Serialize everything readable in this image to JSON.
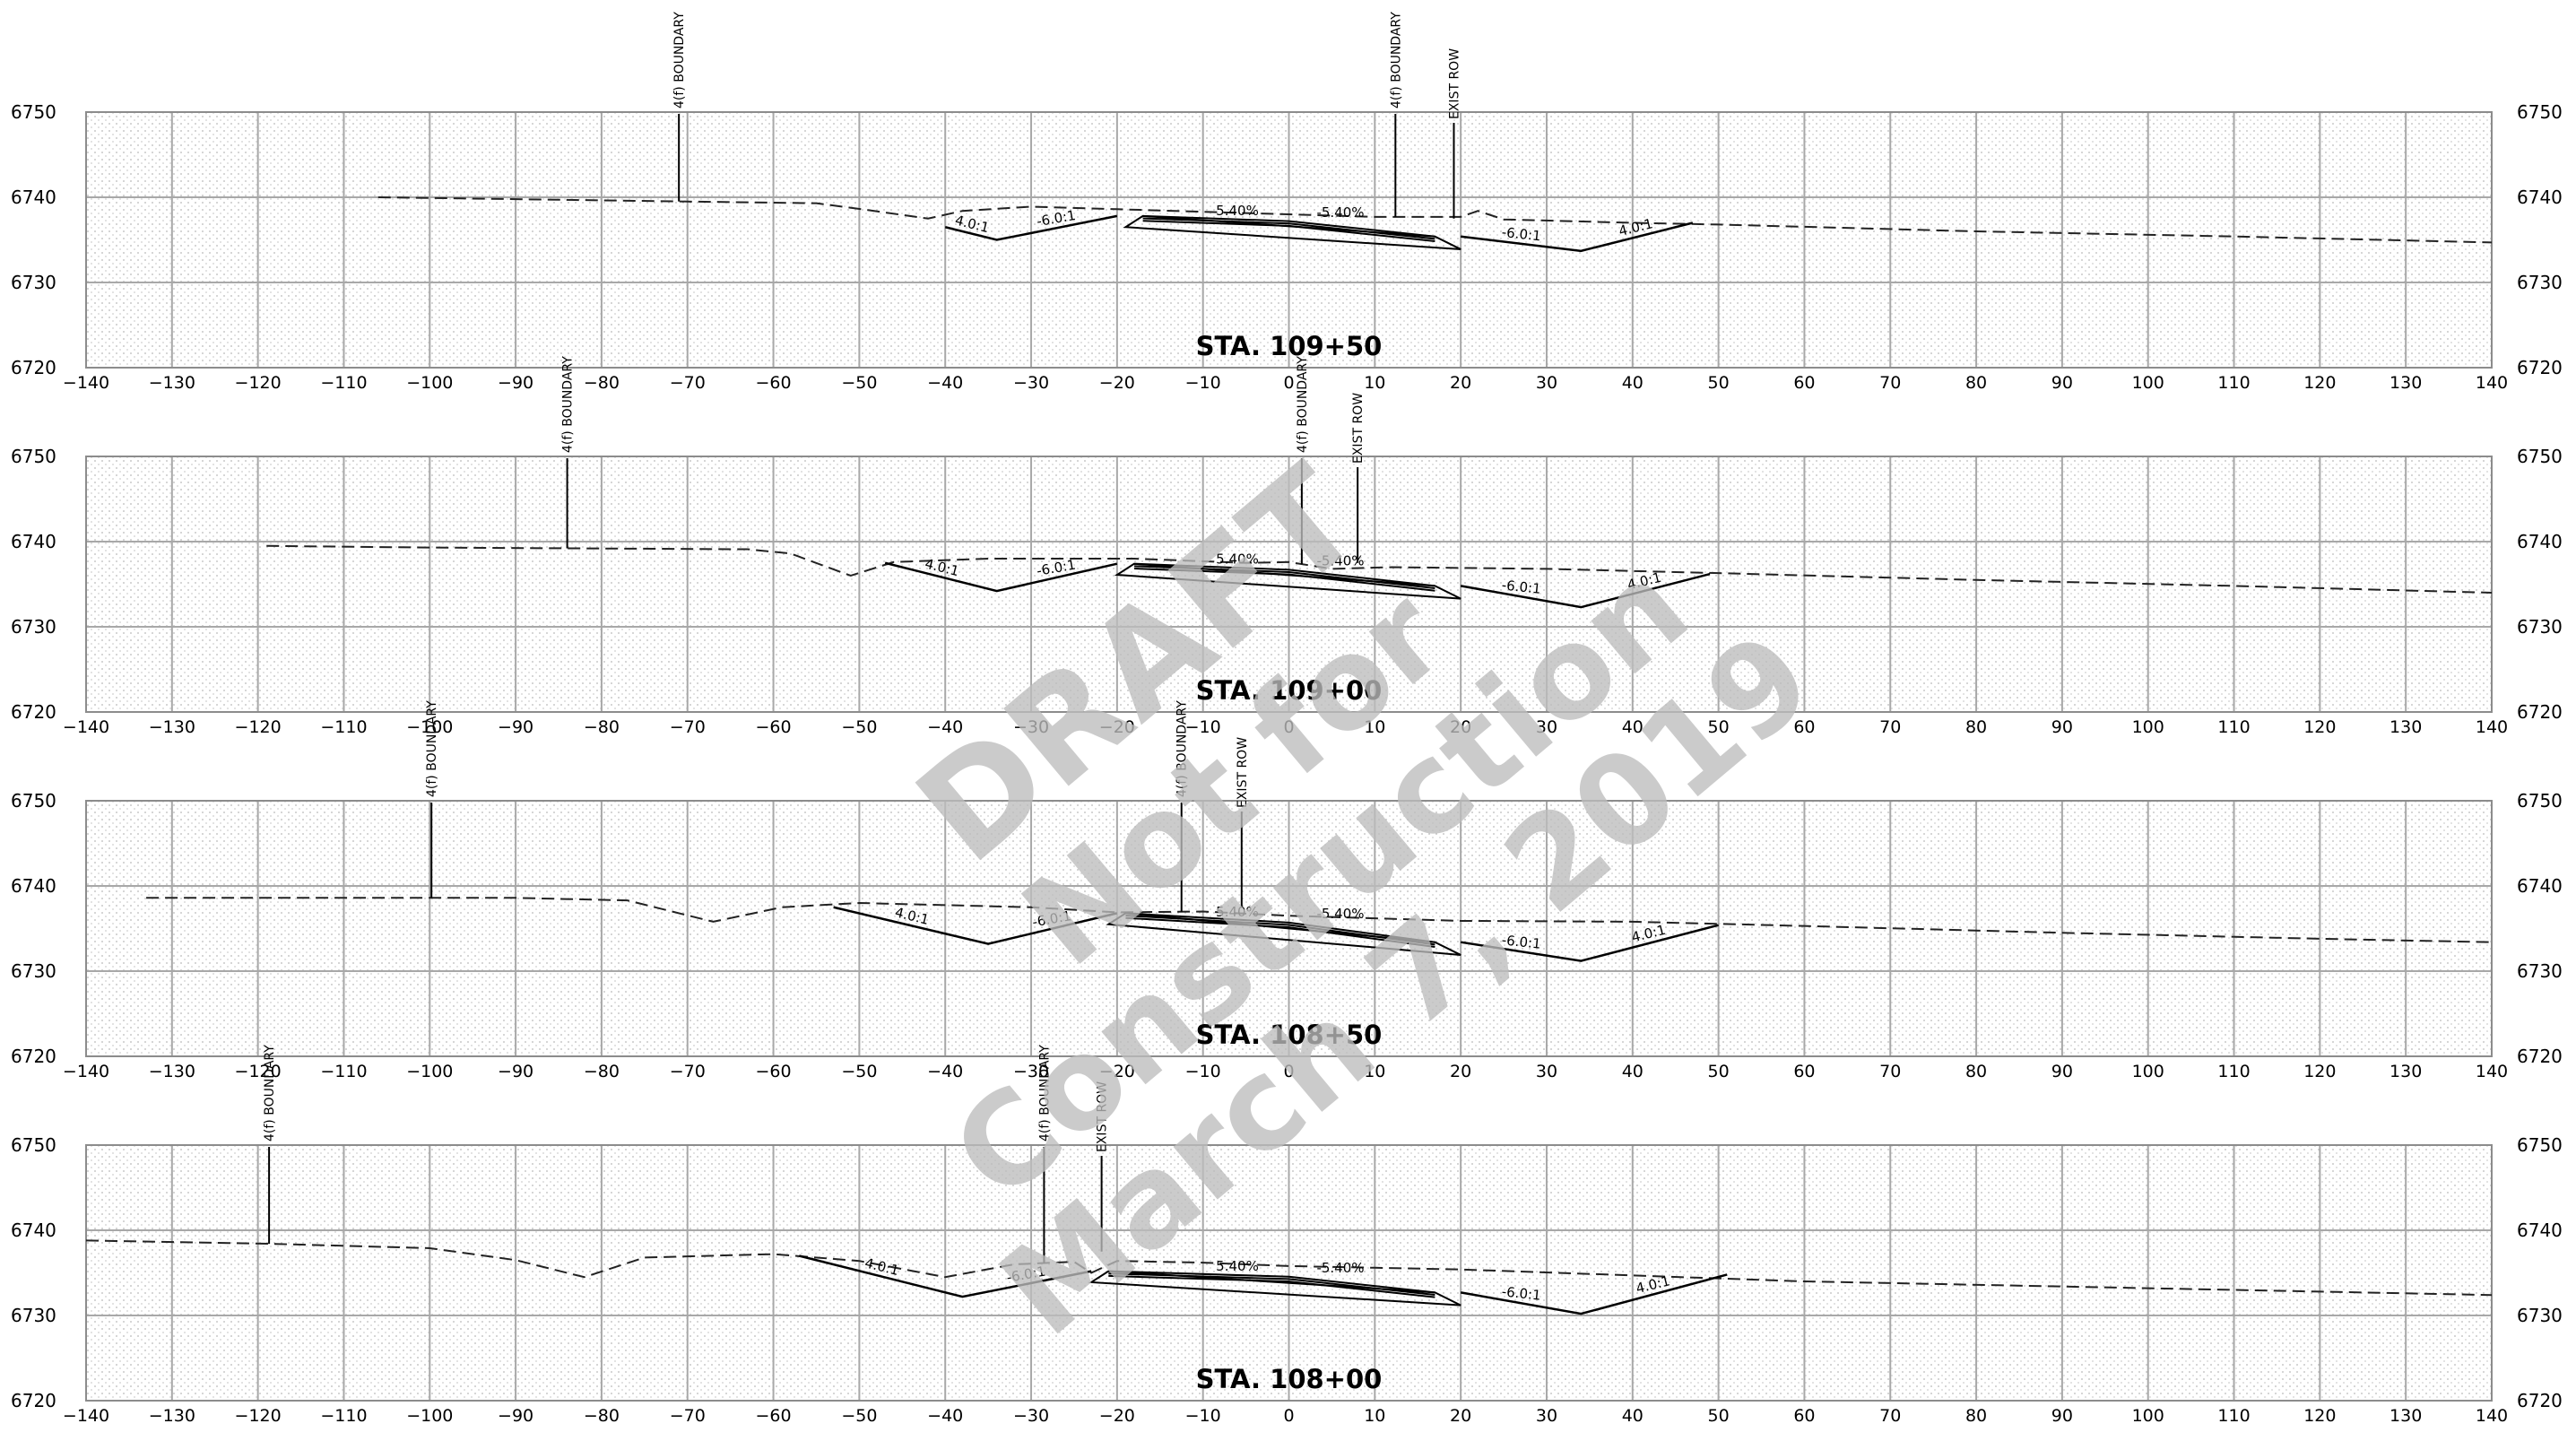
{
  "sheet": {
    "x_axis": {
      "min": -140,
      "max": 140,
      "step": 10,
      "tick_labels": [
        "−140",
        "−130",
        "−120",
        "−110",
        "−100",
        "−90",
        "−80",
        "−70",
        "−60",
        "−50",
        "−40",
        "−30",
        "−20",
        "−10",
        "0",
        "10",
        "20",
        "30",
        "40",
        "50",
        "60",
        "70",
        "80",
        "90",
        "100",
        "110",
        "120",
        "130",
        "140"
      ]
    },
    "y_axis": {
      "min": 6720,
      "max": 6750,
      "step": 10,
      "tick_labels": [
        "6720",
        "6730",
        "6740",
        "6750"
      ]
    },
    "grade_labels": {
      "slope_4": "4.0:1",
      "slope_6": "-6.0:1",
      "road_left": "5.40%",
      "road_right": "-5.40%"
    },
    "callout_labels": {
      "boundary": "4(f) BOUNDARY",
      "row": "EXIST ROW"
    },
    "panels": [
      {
        "station": "STA. 109+50",
        "existing_ground": [
          [
            -106,
            6740
          ],
          [
            -70,
            6739.5
          ],
          [
            -55,
            6739.3
          ],
          [
            -49,
            6738.5
          ],
          [
            -42,
            6737.5
          ],
          [
            -38,
            6738.4
          ],
          [
            -30,
            6738.9
          ],
          [
            -20,
            6738.6
          ],
          [
            0,
            6738
          ],
          [
            10,
            6737.7
          ],
          [
            20,
            6737.7
          ],
          [
            22,
            6738.4
          ],
          [
            25,
            6737.4
          ],
          [
            40,
            6737
          ],
          [
            50,
            6736.8
          ],
          [
            80,
            6736
          ],
          [
            110,
            6735.4
          ],
          [
            140,
            6734.7
          ]
        ],
        "proposed_left": [
          [
            -40,
            6736.5
          ],
          [
            -34,
            6735
          ],
          [
            -20,
            6737.8
          ]
        ],
        "proposed_right": [
          [
            20,
            6735.4
          ],
          [
            34,
            6733.7
          ],
          [
            47,
            6737
          ]
        ],
        "pavement_x": [
          -19,
          20
        ],
        "boundary_callouts": [
          -71,
          12.4
        ],
        "row_callouts": [
          19.2
        ]
      },
      {
        "station": "STA. 109+00",
        "existing_ground": [
          [
            -119,
            6739.5
          ],
          [
            -100,
            6739.3
          ],
          [
            -63,
            6739.1
          ],
          [
            -58,
            6738.6
          ],
          [
            -51,
            6736
          ],
          [
            -46,
            6737.6
          ],
          [
            -35,
            6738
          ],
          [
            -18,
            6738
          ],
          [
            -5,
            6737.5
          ],
          [
            0,
            6737.6
          ],
          [
            5,
            6736.8
          ],
          [
            12,
            6737
          ],
          [
            30,
            6736.8
          ],
          [
            50,
            6736.3
          ],
          [
            80,
            6735.5
          ],
          [
            110,
            6734.8
          ],
          [
            140,
            6734
          ]
        ],
        "proposed_left": [
          [
            -47,
            6737.5
          ],
          [
            -34,
            6734.2
          ],
          [
            -20,
            6737.4
          ]
        ],
        "proposed_right": [
          [
            20,
            6734.8
          ],
          [
            34,
            6732.3
          ],
          [
            49,
            6736.2
          ]
        ],
        "pavement_x": [
          -20,
          20
        ],
        "boundary_callouts": [
          -84,
          1.5
        ],
        "row_callouts": [
          8
        ]
      },
      {
        "station": "STA. 108+50",
        "existing_ground": [
          [
            -133,
            6738.6
          ],
          [
            -90,
            6738.6
          ],
          [
            -77,
            6738.3
          ],
          [
            -67,
            6735.8
          ],
          [
            -59,
            6737.5
          ],
          [
            -50,
            6738
          ],
          [
            -30,
            6737.5
          ],
          [
            -20,
            6736.9
          ],
          [
            -10,
            6737
          ],
          [
            0,
            6736.5
          ],
          [
            10,
            6736.2
          ],
          [
            20,
            6735.9
          ],
          [
            40,
            6735.8
          ],
          [
            60,
            6735.3
          ],
          [
            90,
            6734.5
          ],
          [
            120,
            6733.8
          ],
          [
            140,
            6733.4
          ]
        ],
        "proposed_left": [
          [
            -53,
            6737.5
          ],
          [
            -35,
            6733.2
          ],
          [
            -20,
            6736.8
          ]
        ],
        "proposed_right": [
          [
            20,
            6733.4
          ],
          [
            34,
            6731.2
          ],
          [
            50,
            6735.4
          ]
        ],
        "pavement_x": [
          -21,
          20
        ],
        "boundary_callouts": [
          -99.8,
          -12.5
        ],
        "row_callouts": [
          -5.5
        ]
      },
      {
        "station": "STA. 108+00",
        "existing_ground": [
          [
            -140,
            6738.8
          ],
          [
            -118,
            6738.4
          ],
          [
            -100,
            6737.9
          ],
          [
            -90,
            6736.5
          ],
          [
            -82,
            6734.5
          ],
          [
            -75,
            6736.8
          ],
          [
            -60,
            6737.2
          ],
          [
            -50,
            6736.4
          ],
          [
            -40,
            6734.5
          ],
          [
            -32,
            6736
          ],
          [
            -25,
            6736.3
          ],
          [
            -23,
            6735
          ],
          [
            -20,
            6736.4
          ],
          [
            -10,
            6736.2
          ],
          [
            0,
            6735.8
          ],
          [
            10,
            6735.6
          ],
          [
            20,
            6735.4
          ],
          [
            40,
            6734.7
          ],
          [
            60,
            6734
          ],
          [
            90,
            6733.4
          ],
          [
            120,
            6732.8
          ],
          [
            140,
            6732.4
          ]
        ],
        "proposed_left": [
          [
            -57,
            6737
          ],
          [
            -38,
            6732.2
          ],
          [
            -23,
            6735.2
          ]
        ],
        "proposed_right": [
          [
            20,
            6732.7
          ],
          [
            34,
            6730.2
          ],
          [
            51,
            6734.8
          ]
        ],
        "pavement_x": [
          -23,
          20
        ],
        "boundary_callouts": [
          -118.7,
          -28.5
        ],
        "row_callouts": [
          -21.8
        ]
      }
    ],
    "watermark": {
      "lines": [
        "DRAFT",
        "Not for",
        "Construction",
        "March 7, 2019"
      ]
    }
  }
}
